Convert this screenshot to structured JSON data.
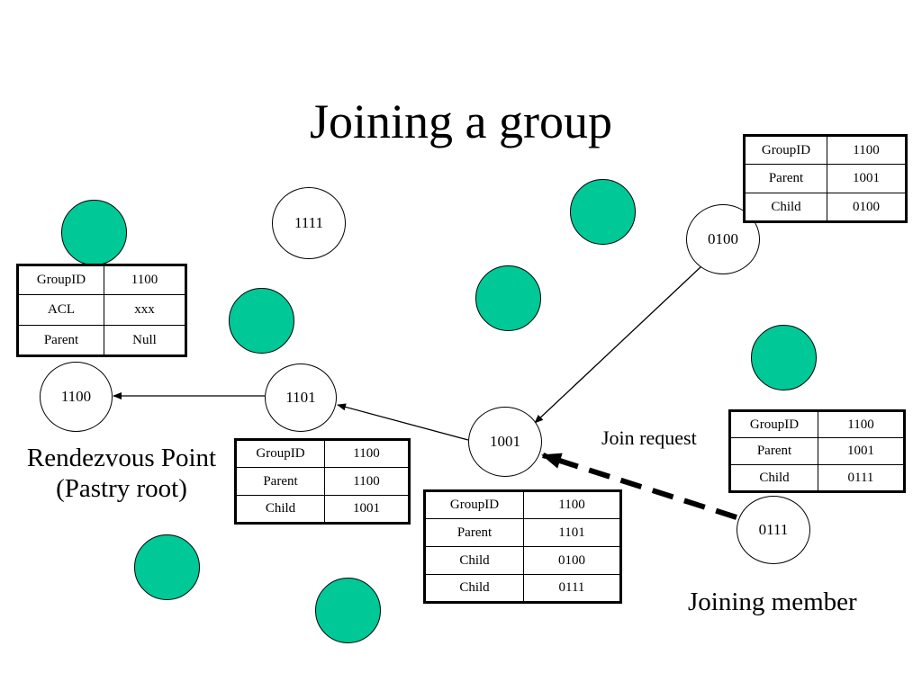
{
  "title": "Joining a group",
  "colors": {
    "member_fill": "#00c896",
    "outline": "#000000"
  },
  "nodes": {
    "n1111": "1111",
    "n0100": "0100",
    "n1100": "1100",
    "n1101": "1101",
    "n1001": "1001",
    "n0111": "0111"
  },
  "labels": {
    "rendezvous_line1": "Rendezvous Point",
    "rendezvous_line2": "(Pastry root)",
    "join_request": "Join request",
    "joining_member": "Joining member"
  },
  "tables": {
    "root": [
      [
        "GroupID",
        "1100"
      ],
      [
        "ACL",
        "xxx"
      ],
      [
        "Parent",
        "Null"
      ]
    ],
    "t1101": [
      [
        "GroupID",
        "1100"
      ],
      [
        "Parent",
        "1100"
      ],
      [
        "Child",
        "1001"
      ]
    ],
    "t1001": [
      [
        "GroupID",
        "1100"
      ],
      [
        "Parent",
        "1101"
      ],
      [
        "Child",
        "0100"
      ],
      [
        "Child",
        "0111"
      ]
    ],
    "t0100": [
      [
        "GroupID",
        "1100"
      ],
      [
        "Parent",
        "1001"
      ],
      [
        "Child",
        "0100"
      ]
    ],
    "t0111": [
      [
        "GroupID",
        "1100"
      ],
      [
        "Parent",
        "1001"
      ],
      [
        "Child",
        "0111"
      ]
    ]
  }
}
